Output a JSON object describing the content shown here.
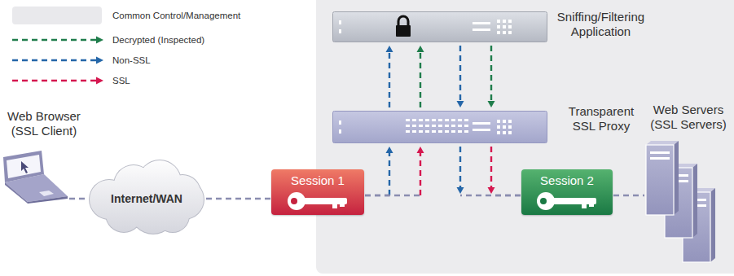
{
  "diagram": {
    "nodes": [
      {
        "text": [
          "Web Browser (SSL Client)"
        ]
      },
      {
        "text": [
          "Internet/WAN"
        ]
      },
      {
        "text": [
          "Session 1"
        ]
      },
      {
        "text": [
          "Sniffing/Filtering Application"
        ]
      },
      {
        "text": [
          "Transparent SSL Proxy"
        ]
      },
      {
        "text": [
          "Session 2"
        ]
      },
      {
        "text": [
          "Web Servers (SSL Servers)"
        ]
      }
    ],
    "edges": [
      {
        "from": 0,
        "to": 1,
        "arrow": "none"
      },
      {
        "from": 1,
        "to": 2,
        "arrow": "none"
      },
      {
        "from": 2,
        "to": 4,
        "arrow": "to"
      },
      {
        "from": 2,
        "to": 4,
        "arrow": "to"
      },
      {
        "from": 4,
        "to": 5,
        "arrow": "to"
      },
      {
        "from": 4,
        "to": 5,
        "arrow": "to"
      },
      {
        "from": 4,
        "to": 3,
        "arrow": "to"
      },
      {
        "from": 4,
        "to": 3,
        "arrow": "to"
      },
      {
        "from": 3,
        "to": 4,
        "arrow": "to"
      },
      {
        "from": 3,
        "to": 4,
        "arrow": "to"
      },
      {
        "from": 5,
        "to": 6,
        "arrow": "none"
      }
    ],
    "legend": [
      {
        "text": "Common Control/Management",
        "color": "#e9e9ec"
      },
      {
        "text": "Decrypted (Inspected)"
      },
      {
        "text": "Non-SSL"
      },
      {
        "text": "SSL"
      }
    ]
  }
}
